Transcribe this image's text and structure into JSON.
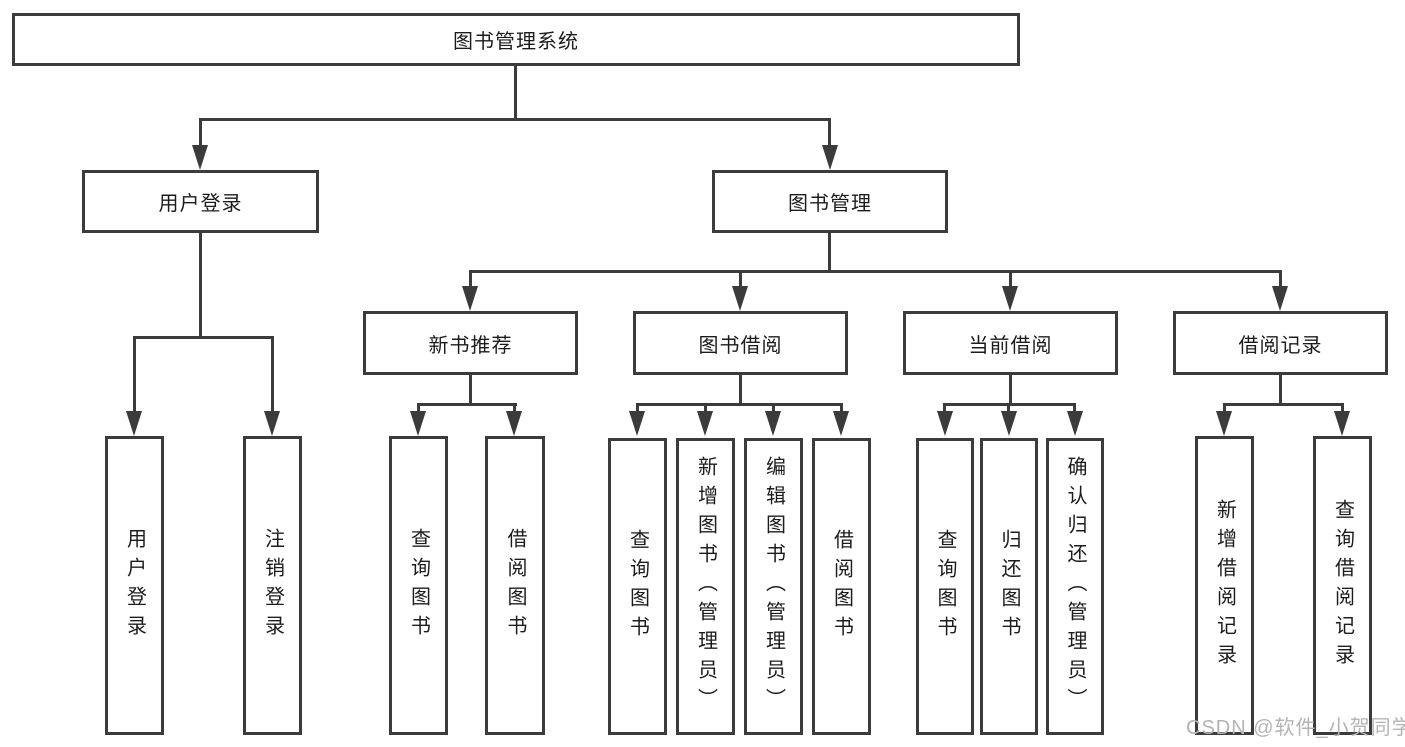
{
  "diagram": {
    "title": "图书管理系统",
    "branches": [
      {
        "label": "用户登录",
        "children": [
          {
            "label": "用户登录"
          },
          {
            "label": "注销登录"
          }
        ]
      },
      {
        "label": "图书管理",
        "children": [
          {
            "label": "新书推荐",
            "children": [
              {
                "label": "查询图书"
              },
              {
                "label": "借阅图书"
              }
            ]
          },
          {
            "label": "图书借阅",
            "children": [
              {
                "label": "查询图书"
              },
              {
                "label": "新增图书（管理员）"
              },
              {
                "label": "编辑图书（管理员）"
              },
              {
                "label": "借阅图书"
              }
            ]
          },
          {
            "label": "当前借阅",
            "children": [
              {
                "label": "查询图书"
              },
              {
                "label": "归还图书"
              },
              {
                "label": "确认归还（管理员）"
              }
            ]
          },
          {
            "label": "借阅记录",
            "children": [
              {
                "label": "新增借阅记录"
              },
              {
                "label": "查询借阅记录"
              }
            ]
          }
        ]
      }
    ]
  },
  "watermark": {
    "text": "CSDN @软件_小贺同学"
  },
  "colors": {
    "line": "#3b3b3b",
    "text": "#1c1c1c",
    "box_background": "#ffffff",
    "page_background": "#ffffff",
    "watermark": "#b4b4b4"
  }
}
